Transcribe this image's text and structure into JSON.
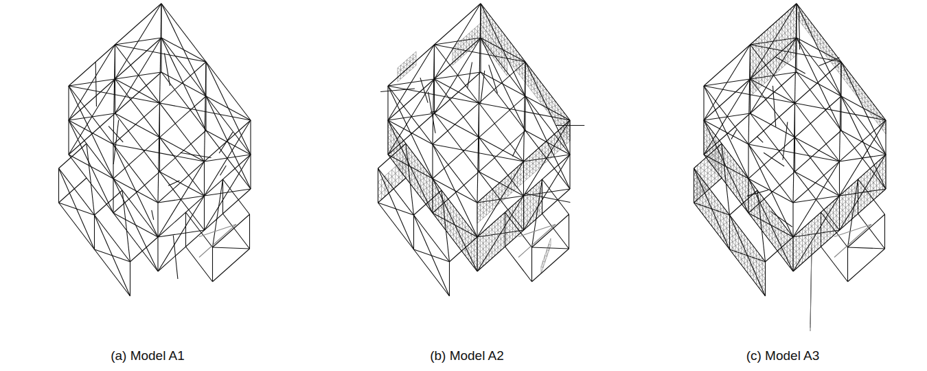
{
  "diagram": {
    "labels": [
      "(a) Model A1",
      "(b) Model A2",
      "(c) Model A3"
    ]
  }
}
